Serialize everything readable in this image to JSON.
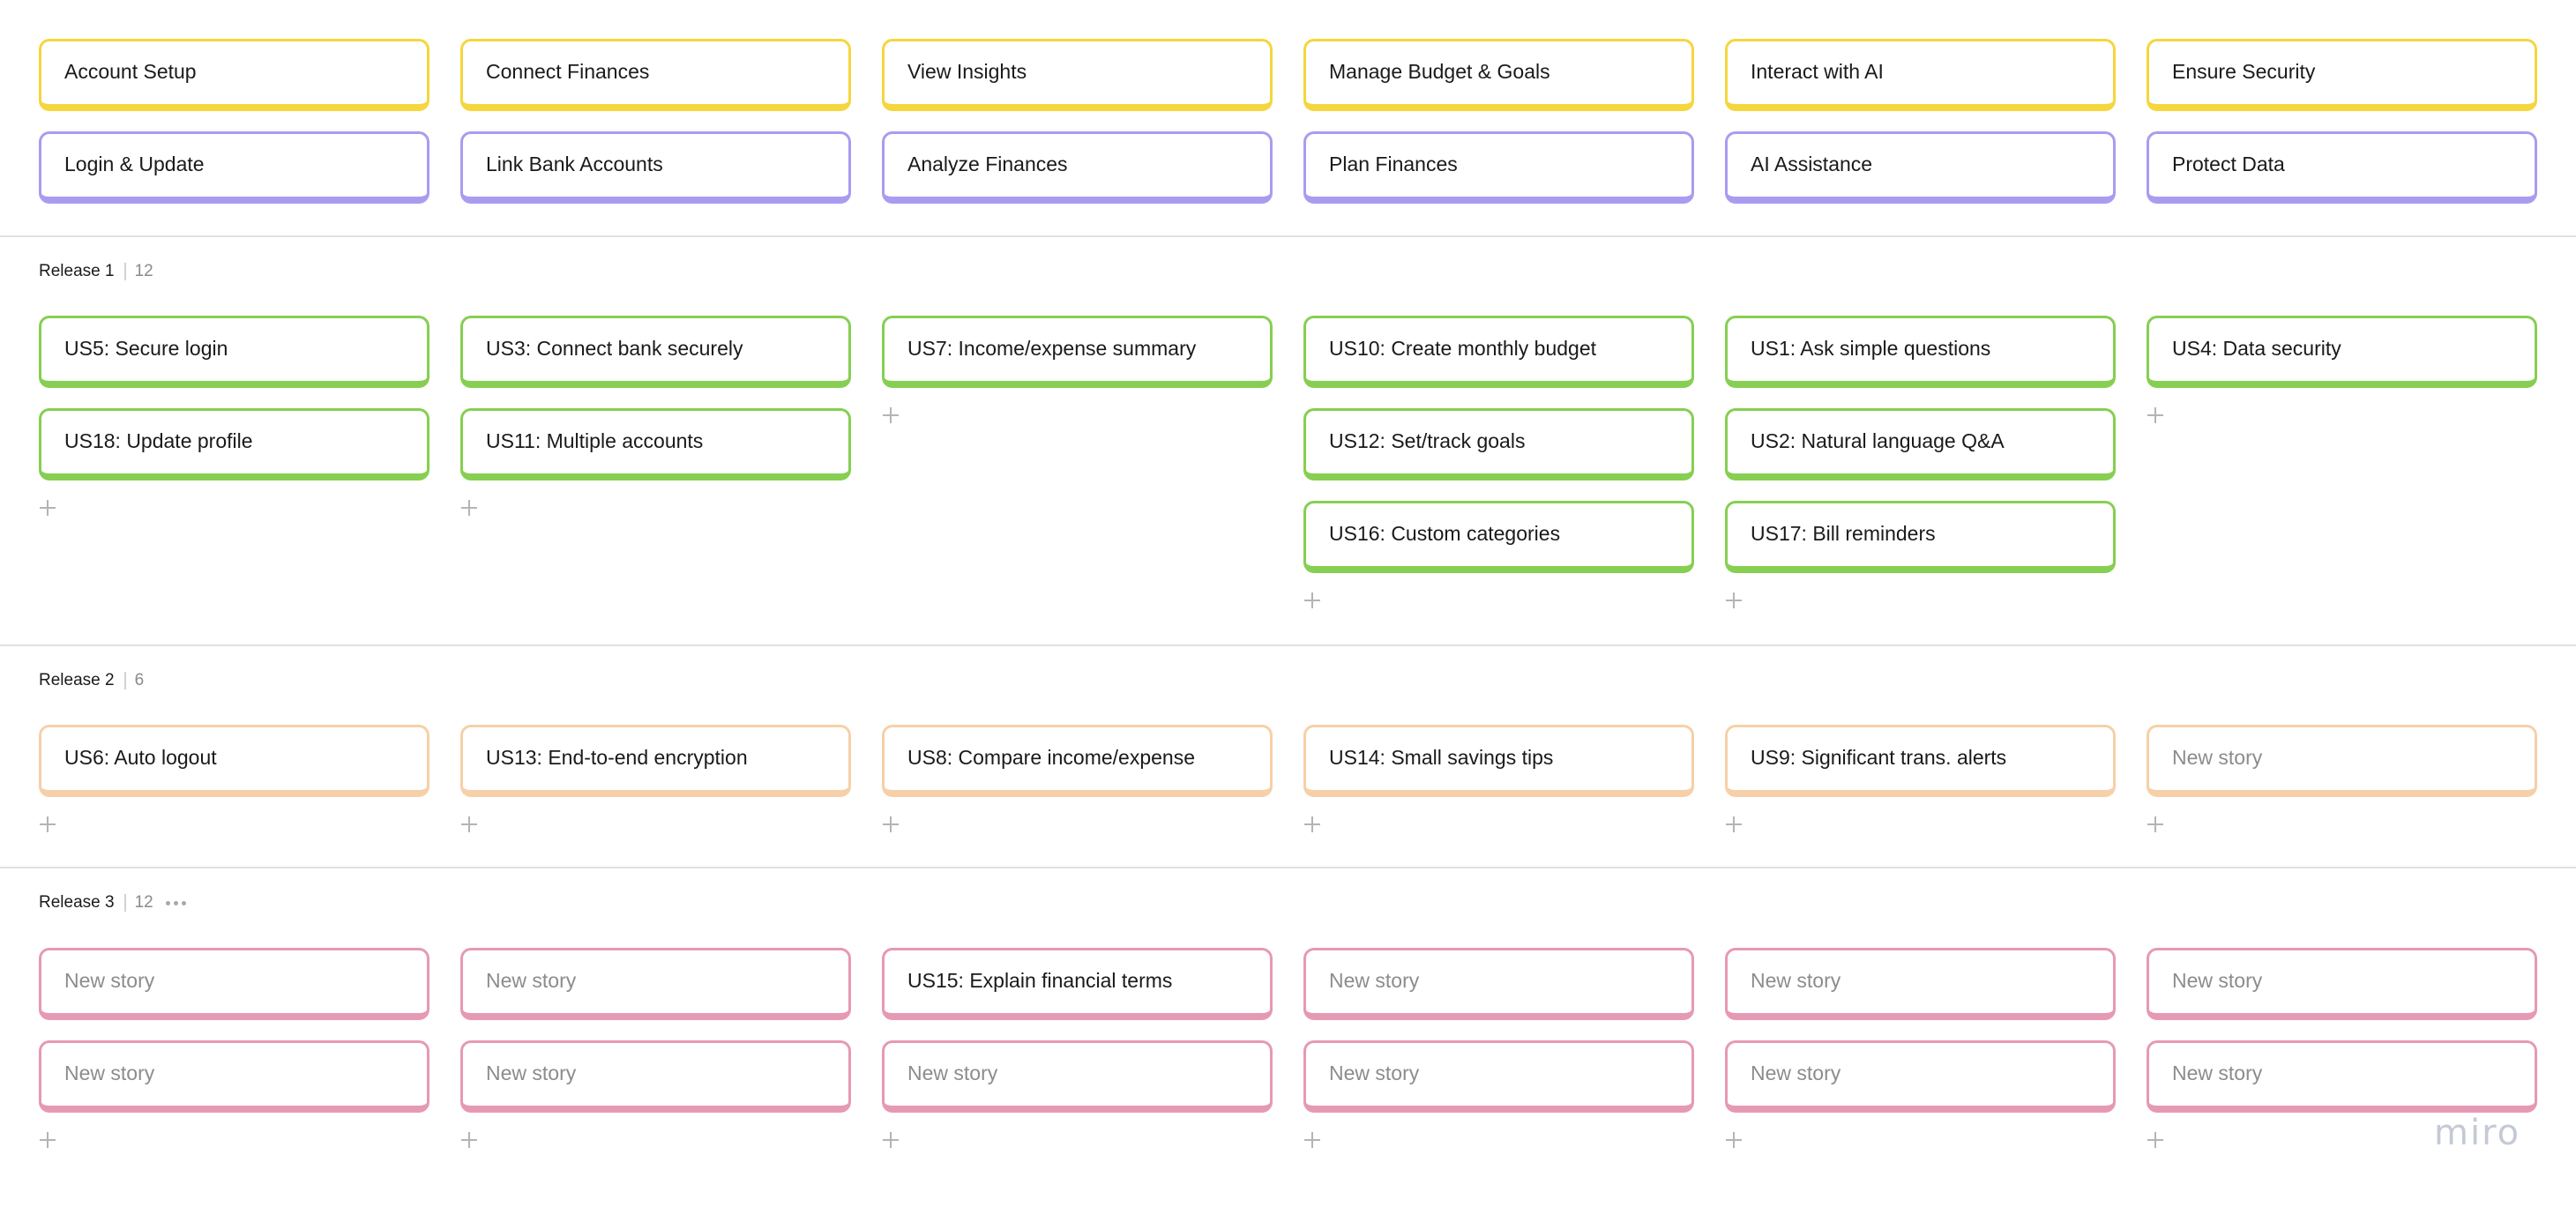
{
  "colors": {
    "activity": "#f5d63d",
    "task": "#a99cf0",
    "release_1": "#86cf52",
    "release_2": "#f6d0a8",
    "release_3": "#e699b4"
  },
  "activities": [
    "Account Setup",
    "Connect Finances",
    "View Insights",
    "Manage Budget & Goals",
    "Interact with AI",
    "Ensure Security"
  ],
  "tasks": [
    "Login & Update",
    "Link Bank Accounts",
    "Analyze Finances",
    "Plan Finances",
    "AI Assistance",
    "Protect Data"
  ],
  "releases": [
    {
      "name": "Release 1",
      "count": "12",
      "columns": [
        [
          "US5: Secure login",
          "US18: Update profile"
        ],
        [
          "US3: Connect bank securely",
          "US11: Multiple accounts"
        ],
        [
          "US7: Income/expense summary"
        ],
        [
          "US10: Create monthly budget",
          "US12: Set/track goals",
          "US16: Custom categories"
        ],
        [
          "US1: Ask simple questions",
          "US2: Natural language Q&A",
          "US17: Bill reminders"
        ],
        [
          "US4: Data security"
        ]
      ]
    },
    {
      "name": "Release 2",
      "count": "6",
      "columns": [
        [
          "US6: Auto logout"
        ],
        [
          "US13: End-to-end encryption"
        ],
        [
          "US8: Compare income/expense"
        ],
        [
          "US14: Small savings tips"
        ],
        [
          "US9: Significant trans. alerts"
        ],
        [
          "New story"
        ]
      ]
    },
    {
      "name": "Release 3",
      "count": "12",
      "columns": [
        [
          "New story",
          "New story"
        ],
        [
          "New story",
          "New story"
        ],
        [
          "US15: Explain financial terms",
          "New story"
        ],
        [
          "New story",
          "New story"
        ],
        [
          "New story",
          "New story"
        ],
        [
          "New story",
          "New story"
        ]
      ]
    }
  ],
  "placeholder_text": "New story",
  "icons": {
    "add": "plus-icon",
    "more": "ellipsis-icon"
  },
  "brand": "miro"
}
